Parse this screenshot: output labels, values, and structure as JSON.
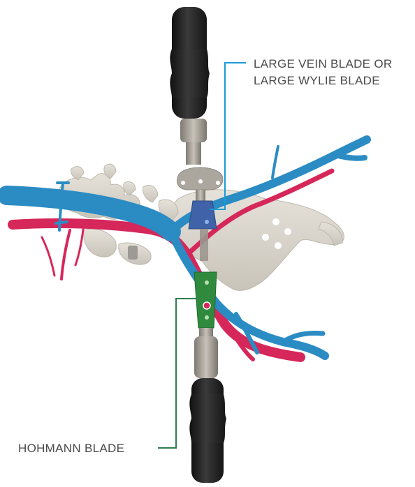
{
  "labels": {
    "top_line1": "LARGE VEIN BLADE OR",
    "top_line2": "LARGE WYLIE BLADE",
    "bottom": "HOHMANN BLADE"
  },
  "colors": {
    "vein": "#2b8cc4",
    "artery": "#d6275a",
    "bone": "#d9d5cc",
    "handle": "#2a2a2a",
    "metal": "#a9a49c",
    "top_callout": "#1a9bd7",
    "bottom_callout": "#2e7d4f",
    "blade_top": "#3f62a8",
    "blade_bottom": "#2f8a3e"
  }
}
